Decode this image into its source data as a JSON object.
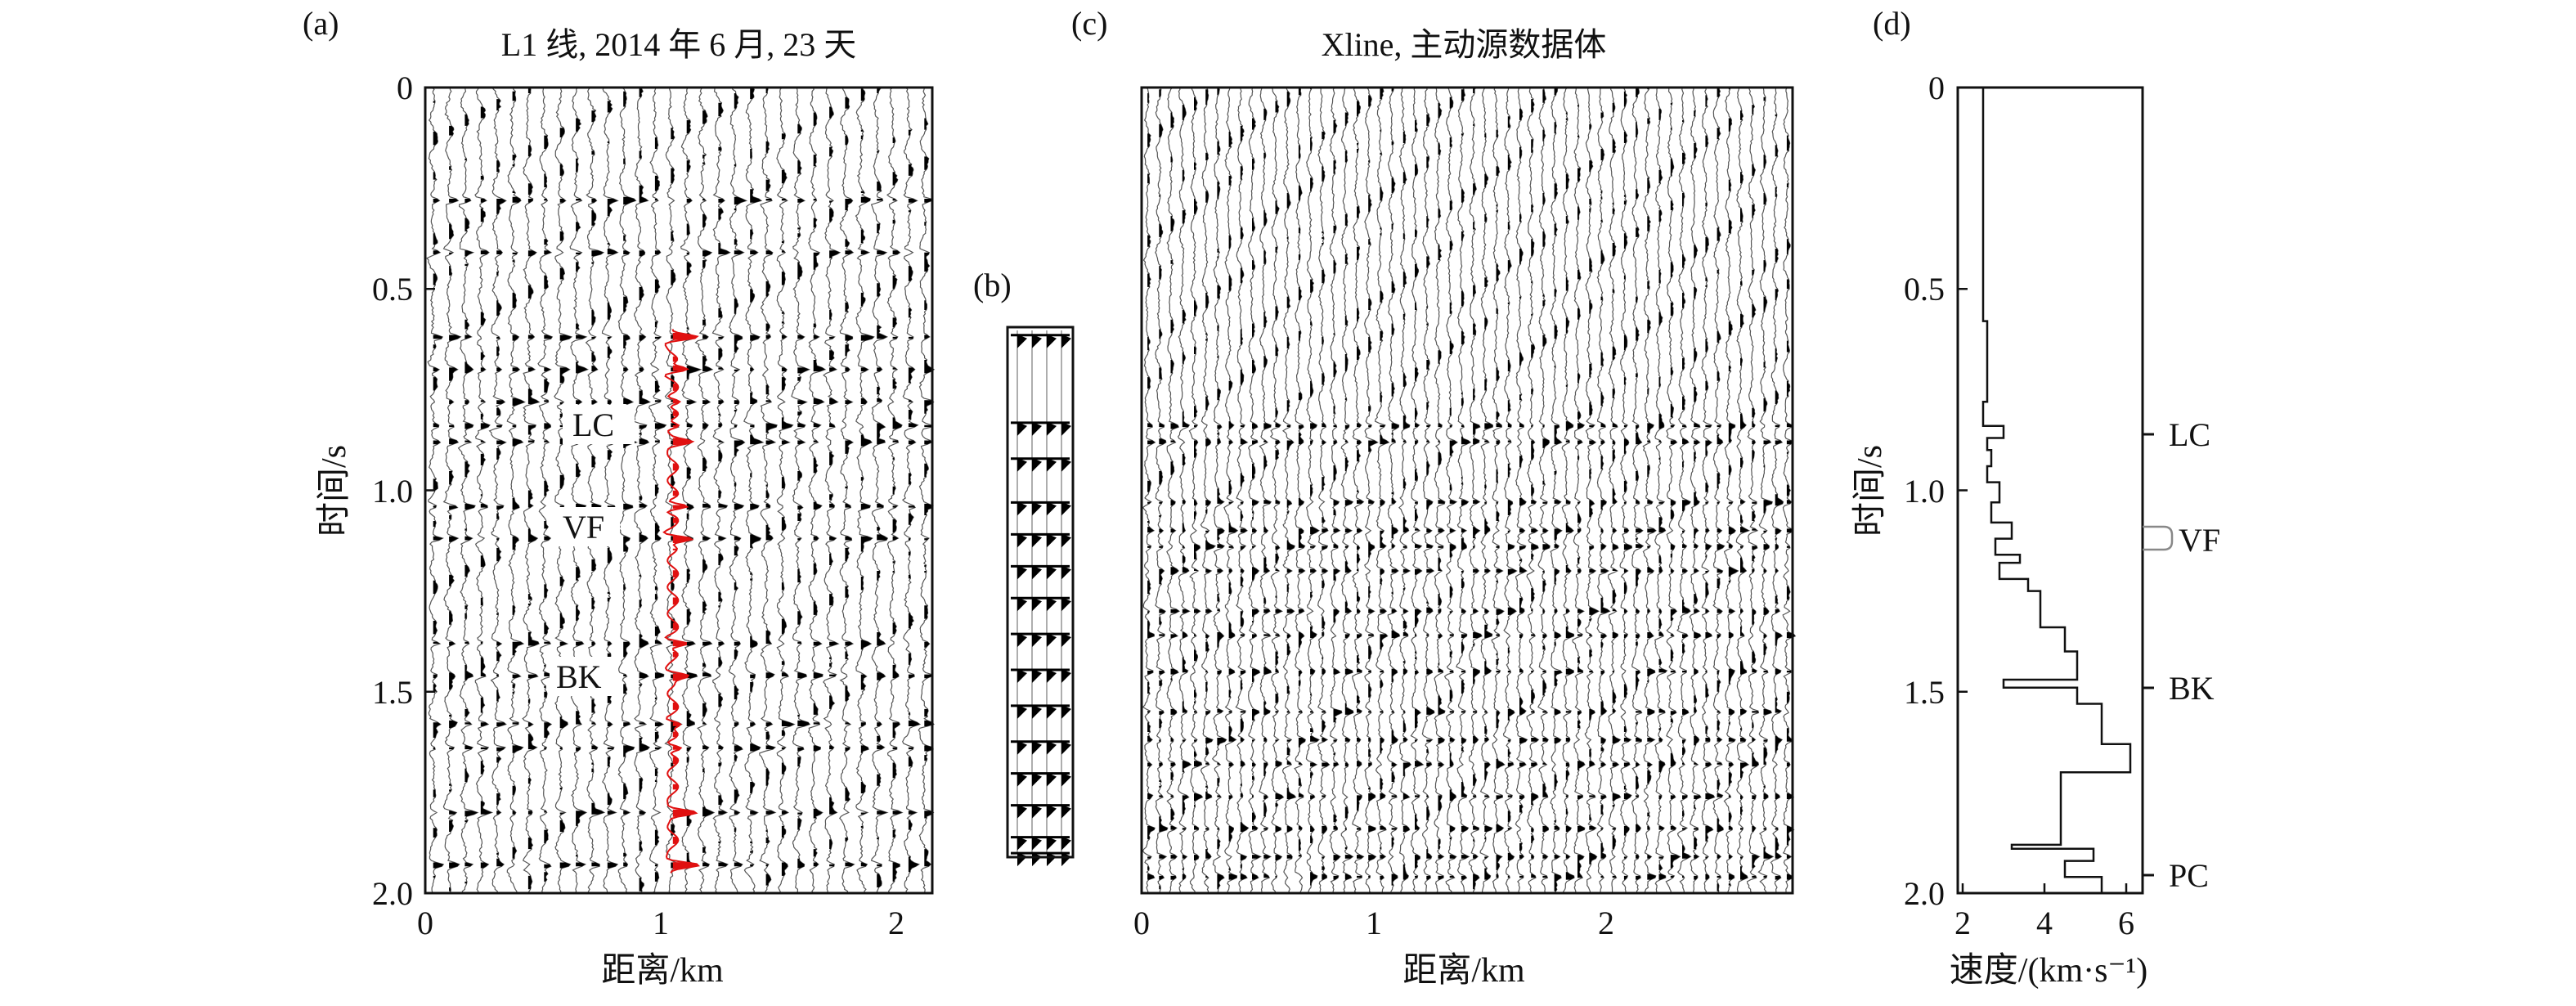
{
  "panels": {
    "a": {
      "label": "(a)",
      "title": "L1 线, 2014 年 6 月, 23 天",
      "ylabel": "时间/s",
      "xlabel": "距离/km",
      "yticks": [
        "0",
        "0.5",
        "1.0",
        "1.5",
        "2.0"
      ],
      "xticks": [
        "0",
        "1",
        "2"
      ],
      "markers": [
        "LC",
        "VF",
        "BK"
      ]
    },
    "b": {
      "label": "(b)"
    },
    "c": {
      "label": "(c)",
      "title": "Xline, 主动源数据体",
      "xlabel": "距离/km",
      "xticks": [
        "0",
        "1",
        "2"
      ]
    },
    "d": {
      "label": "(d)",
      "ylabel": "时间/s",
      "xlabel": "速度/(km·s⁻¹)",
      "yticks": [
        "0",
        "0.5",
        "1.0",
        "1.5",
        "2.0"
      ],
      "xticks": [
        "2",
        "4",
        "6"
      ],
      "markers": [
        "LC",
        "VF",
        "BK",
        "PC"
      ]
    }
  },
  "chart_data": [
    {
      "panel": "a",
      "type": "seismic-section",
      "x_range_km": [
        0,
        2.15
      ],
      "y_range_s": [
        0,
        2.0
      ],
      "y_inverted": true,
      "trace_count": 32,
      "highlighted_trace_km": 1.05,
      "highlight_color": "#e01010",
      "strong_reflector_times_s": [
        0.28,
        0.41,
        0.62,
        0.7,
        0.78,
        0.84,
        0.88,
        1.04,
        1.12,
        1.38,
        1.46,
        1.58,
        1.64,
        1.8,
        1.93
      ],
      "annotations": [
        {
          "label": "LC",
          "time_s": 0.84
        },
        {
          "label": "VF",
          "time_s": 1.1
        },
        {
          "label": "BK",
          "time_s": 1.45
        }
      ]
    },
    {
      "panel": "b",
      "type": "synthetic-trace-strip",
      "y_range_s": [
        0.6,
        1.93
      ],
      "event_times_s": [
        0.62,
        0.84,
        0.93,
        1.04,
        1.12,
        1.2,
        1.28,
        1.37,
        1.46,
        1.55,
        1.64,
        1.72,
        1.8,
        1.88,
        1.92
      ]
    },
    {
      "panel": "c",
      "type": "seismic-section",
      "x_range_km": [
        0,
        2.8
      ],
      "y_range_s": [
        0,
        2.0
      ],
      "y_inverted": true,
      "trace_count": 56,
      "strong_reflector_times_s": [
        0.84,
        0.88,
        1.03,
        1.1,
        1.14,
        1.2,
        1.3,
        1.36,
        1.45,
        1.55,
        1.62,
        1.68,
        1.76,
        1.84,
        1.91,
        1.96
      ]
    },
    {
      "panel": "d",
      "type": "step-line",
      "xlabel": "速度/(km·s⁻¹)",
      "x_range": [
        2,
        6.2
      ],
      "y_range_s": [
        0,
        2.0
      ],
      "y_inverted": true,
      "points": [
        [
          2.5,
          0.0
        ],
        [
          2.5,
          0.58
        ],
        [
          2.6,
          0.58
        ],
        [
          2.6,
          0.78
        ],
        [
          2.5,
          0.78
        ],
        [
          2.5,
          0.84
        ],
        [
          3.0,
          0.84
        ],
        [
          3.0,
          0.87
        ],
        [
          2.6,
          0.87
        ],
        [
          2.6,
          0.9
        ],
        [
          2.7,
          0.9
        ],
        [
          2.7,
          0.94
        ],
        [
          2.6,
          0.94
        ],
        [
          2.6,
          0.98
        ],
        [
          2.9,
          0.98
        ],
        [
          2.9,
          1.03
        ],
        [
          2.7,
          1.03
        ],
        [
          2.7,
          1.08
        ],
        [
          3.2,
          1.08
        ],
        [
          3.2,
          1.12
        ],
        [
          2.8,
          1.12
        ],
        [
          2.8,
          1.16
        ],
        [
          3.4,
          1.16
        ],
        [
          3.4,
          1.18
        ],
        [
          2.9,
          1.18
        ],
        [
          2.9,
          1.22
        ],
        [
          3.6,
          1.22
        ],
        [
          3.6,
          1.25
        ],
        [
          3.9,
          1.25
        ],
        [
          3.9,
          1.34
        ],
        [
          4.5,
          1.34
        ],
        [
          4.5,
          1.4
        ],
        [
          4.8,
          1.4
        ],
        [
          4.8,
          1.47
        ],
        [
          3.0,
          1.47
        ],
        [
          3.0,
          1.49
        ],
        [
          4.8,
          1.49
        ],
        [
          4.8,
          1.53
        ],
        [
          5.4,
          1.53
        ],
        [
          5.4,
          1.63
        ],
        [
          6.1,
          1.63
        ],
        [
          6.1,
          1.7
        ],
        [
          4.4,
          1.7
        ],
        [
          4.4,
          1.88
        ],
        [
          3.2,
          1.88
        ],
        [
          3.2,
          1.89
        ],
        [
          5.2,
          1.89
        ],
        [
          5.2,
          1.92
        ],
        [
          4.5,
          1.92
        ],
        [
          4.5,
          1.96
        ],
        [
          5.4,
          1.96
        ],
        [
          5.4,
          2.0
        ]
      ],
      "annotations": [
        {
          "label": "LC",
          "time_s": 0.86
        },
        {
          "label": "VF",
          "time_s": 1.13
        },
        {
          "label": "BK",
          "time_s": 1.49
        },
        {
          "label": "PC",
          "time_s": 1.95
        }
      ]
    }
  ]
}
